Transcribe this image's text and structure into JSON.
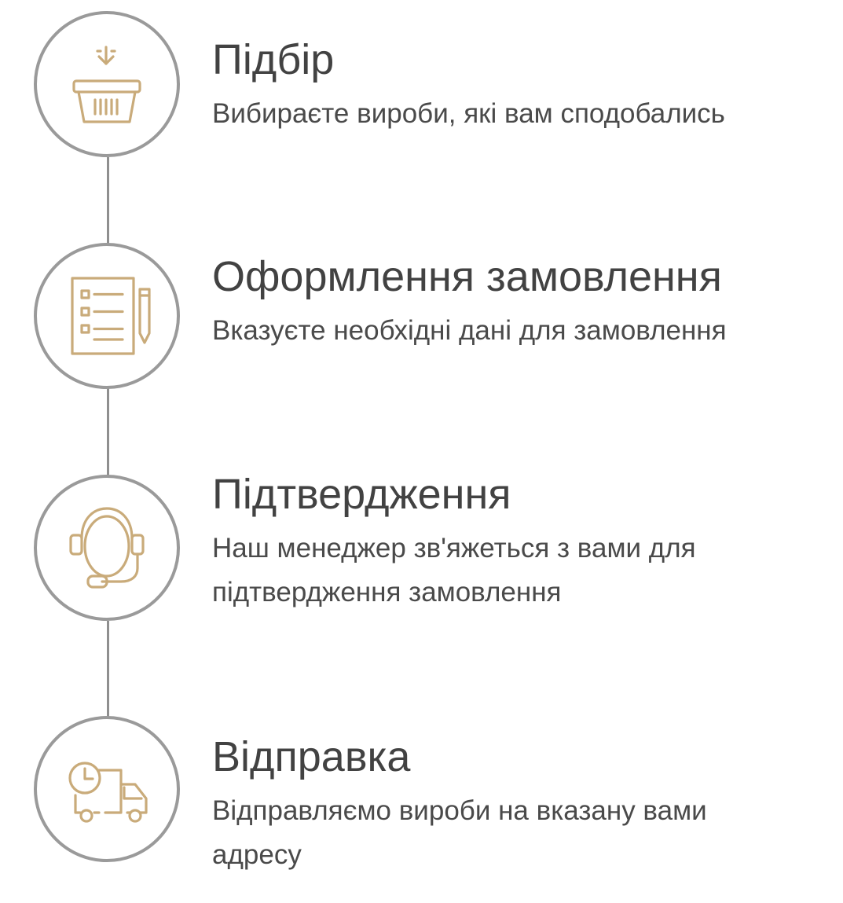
{
  "accent_color": "#c9ab7a",
  "line_color": "#9a9a9a",
  "steps": [
    {
      "icon": "basket-icon",
      "title": "Підбір",
      "description": "Вибираєте вироби, які вам сподобались"
    },
    {
      "icon": "order-form-icon",
      "title": "Оформлення замовлення",
      "description": "Вказуєте необхідні дані для замовлення"
    },
    {
      "icon": "headset-icon",
      "title": "Підтвердження",
      "description": "Наш менеджер зв'яжеться з вами для підтвердження замовлення"
    },
    {
      "icon": "delivery-truck-icon",
      "title": "Відправка",
      "description": "Відправляємо вироби на вказану вами адресу"
    }
  ]
}
